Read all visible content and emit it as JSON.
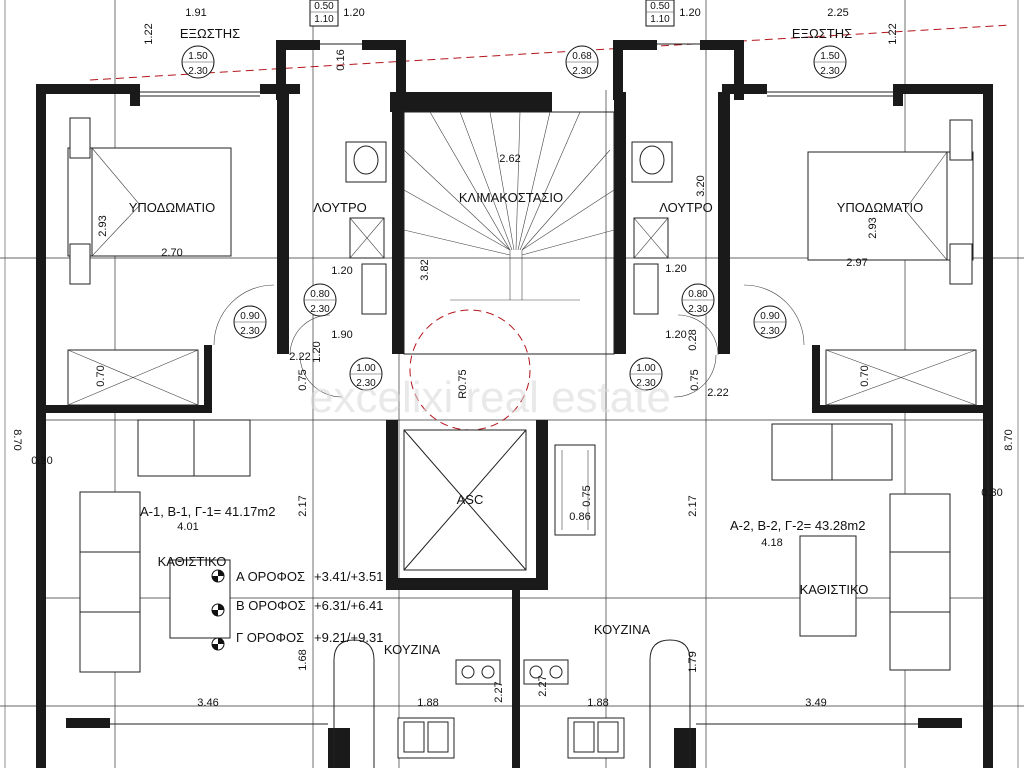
{
  "rooms": {
    "bedroom_left": "ΥΠΟΔΩΜΑΤΙΟ",
    "bath_left": "ΛΟΥΤΡΟ",
    "stair": "ΚΛΙΜΑΚΟΣΤΑΣΙΟ",
    "bath_right": "ΛΟΥΤΡΟ",
    "bedroom_right": "ΥΠΟΔΩΜΑΤΙΟ",
    "living_left": "ΚΑΘΙΣΤΙΚΟ",
    "living_right": "ΚΑΘΙΣΤΙΚΟ",
    "kitchen_left": "ΚΟΥΖΙΝΑ",
    "kitchen_right": "ΚΟΥΖΙΝΑ",
    "elevator": "ASC",
    "exterior_left": "ΕΞΩΣΤΗΣ",
    "exterior_right": "ΕΞΩΣΤΗΣ"
  },
  "areas": {
    "left": "A-1, B-1, Γ-1= 41.17m2",
    "right": "A-2, B-2, Γ-2= 43.28m2"
  },
  "levels": [
    {
      "label": "Α ΟΡΟΦΟΣ",
      "value": "+3.41/+3.51"
    },
    {
      "label": "Β ΟΡΟΦΟΣ",
      "value": "+6.31/+6.41"
    },
    {
      "label": "Γ ΟΡΟΦΟΣ",
      "value": "+9.21/+9.31"
    }
  ],
  "openings": [
    {
      "top": "0.50",
      "bottom": "1.10"
    },
    {
      "top": "0.50",
      "bottom": "1.10"
    },
    {
      "top": "1.50",
      "bottom": "2.30"
    },
    {
      "top": "0.68",
      "bottom": "2.30"
    },
    {
      "top": "1.50",
      "bottom": "2.30"
    },
    {
      "top": "0.90",
      "bottom": "2.30"
    },
    {
      "top": "0.80",
      "bottom": "2.30"
    },
    {
      "top": "1.00",
      "bottom": "2.30"
    },
    {
      "top": "1.00",
      "bottom": "2.30"
    },
    {
      "top": "0.80",
      "bottom": "2.30"
    },
    {
      "top": "0.90",
      "bottom": "2.30"
    }
  ],
  "dimensions": {
    "top_left_span": "1.91",
    "top_left_v": "1.22",
    "top_open_l": "1.20",
    "top_open_r": "1.20",
    "top_right_span": "2.25",
    "top_right_v": "1.22",
    "stair_width": "2.62",
    "stair_depth": "3.82",
    "stair_right_v": "3.20",
    "bed_l_w": "2.70",
    "bed_l_h": "2.93",
    "bed_r_w": "2.97",
    "bed_r_h": "2.93",
    "bath_l_w": "1.20",
    "bath_r_w": "1.20",
    "hall_l_1": "1.90",
    "hall_l_2": "1.20",
    "hall_r_1": "1.20",
    "hall_r_2": "0.28",
    "hall_l_w": "2.22",
    "hall_r_w": "2.22",
    "cl_l": "0.70",
    "cl_r": "0.70",
    "gap_l": "0.75",
    "gap_r": "0.75",
    "radius": "R0.75",
    "side_l": "8.70",
    "side_r": "8.70",
    "wall_l": "0.30",
    "wall_r": "0.30",
    "liv_l_h": "2.17",
    "liv_r_h": "2.17",
    "liv_l_w": "4.01",
    "liv_r_w": "4.18",
    "core_v": "0.75",
    "core_w": "0.86",
    "kit_l_h": "1.68",
    "kit_r_h": "1.79",
    "kit_l_w": "1.88",
    "kit_r_w": "1.88",
    "kit_c_l": "2.27",
    "kit_c_r": "2.27",
    "bot_l": "3.46",
    "bot_r": "3.49",
    "top_mid_v": "0.16"
  },
  "watermark": "excelixi real estate"
}
